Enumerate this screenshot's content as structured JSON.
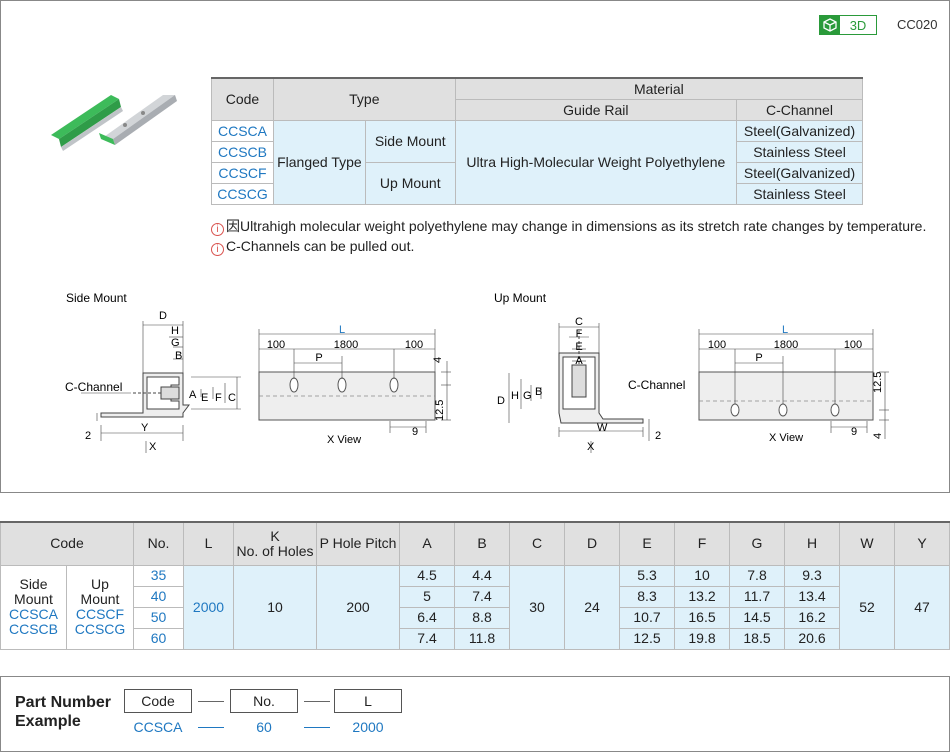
{
  "header": {
    "badge_3d": "3D",
    "code": "CC020"
  },
  "spec_table": {
    "h_code": "Code",
    "h_type": "Type",
    "h_material": "Material",
    "h_guide_rail": "Guide Rail",
    "h_c_channel": "C-Channel",
    "codes": [
      "CCSCA",
      "CCSCB",
      "CCSCF",
      "CCSCG"
    ],
    "type_main": "Flanged Type",
    "type_side": "Side Mount",
    "type_up": "Up Mount",
    "guide_rail": "Ultra High-Molecular Weight Polyethylene",
    "c_channel": [
      "Steel(Galvanized)",
      "Stainless Steel",
      "Steel(Galvanized)",
      "Stainless Steel"
    ]
  },
  "notes": [
    "因Ultrahigh molecular weight polyethylene may change in dimensions as its stretch rate changes by temperature.",
    "C-Channels can be pulled out."
  ],
  "side_drawing": {
    "title": "Side Mount",
    "c_channel": "C-Channel",
    "x_view": "X View",
    "L": "L",
    "d100a": "100",
    "d1800": "1800",
    "d100b": "100",
    "P": "P",
    "d4": "4",
    "d12_5": "12.5",
    "d9": "9",
    "d2": "2",
    "D": "D",
    "H": "H",
    "G": "G",
    "B": "B",
    "A": "A",
    "E": "E",
    "F": "F",
    "C": "C",
    "Y": "Y",
    "X": "X"
  },
  "up_drawing": {
    "title": "Up Mount",
    "c_channel": "C-Channel",
    "x_view": "X View",
    "L": "L",
    "d100a": "100",
    "d1800": "1800",
    "d100b": "100",
    "P": "P",
    "d12_5": "12.5",
    "d4": "4",
    "d9": "9",
    "d2": "2",
    "C": "C",
    "F": "F",
    "E": "E",
    "A": "A",
    "D": "D",
    "H": "H",
    "G": "G",
    "B": "B",
    "W": "W",
    "X": "X"
  },
  "data_table": {
    "headers": {
      "code": "Code",
      "no": "No.",
      "L": "L",
      "K": "K",
      "K2": "No. of Holes",
      "P": "P Hole Pitch",
      "A": "A",
      "B": "B",
      "C": "C",
      "D": "D",
      "E": "E",
      "F": "F",
      "G": "G",
      "H": "H",
      "W": "W",
      "Y": "Y"
    },
    "side": "Side",
    "side2": "Mount",
    "side_codes": [
      "CCSCA",
      "CCSCB"
    ],
    "up": "Up",
    "up2": "Mount",
    "up_codes": [
      "CCSCF",
      "CCSCG"
    ],
    "L": "2000",
    "K": "10",
    "P": "200",
    "C": "30",
    "D": "24",
    "W": "52",
    "Y": "47",
    "rows": [
      {
        "no": "35",
        "A": "4.5",
        "B": "4.4",
        "E": "5.3",
        "F": "10",
        "G": "7.8",
        "H": "9.3"
      },
      {
        "no": "40",
        "A": "5",
        "B": "7.4",
        "E": "8.3",
        "F": "13.2",
        "G": "11.7",
        "H": "13.4"
      },
      {
        "no": "50",
        "A": "6.4",
        "B": "8.8",
        "E": "10.7",
        "F": "16.5",
        "G": "14.5",
        "H": "16.2"
      },
      {
        "no": "60",
        "A": "7.4",
        "B": "11.8",
        "E": "12.5",
        "F": "19.8",
        "G": "18.5",
        "H": "20.6"
      }
    ]
  },
  "example": {
    "title1": "Part Number",
    "title2": "Example",
    "code_label": "Code",
    "no_label": "No.",
    "L_label": "L",
    "code_val": "CCSCA",
    "no_val": "60",
    "L_val": "2000"
  },
  "colors": {
    "accent_blue": "#1f78c1",
    "highlight": "#dff1fa",
    "badge_green": "#2a9a3a",
    "rail_green": "#3dbb5a"
  }
}
